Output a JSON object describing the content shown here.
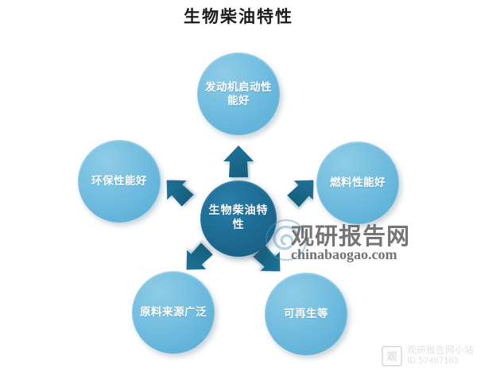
{
  "page": {
    "title": "生物柴油特性",
    "background_color": "#ffffff"
  },
  "diagram": {
    "type": "radial-hub-and-spoke",
    "hub": {
      "label": "生物柴油特性",
      "color": "#1d6a94",
      "text_color": "#ffffff"
    },
    "satellite_color": "#6ab9dd",
    "arrow_color": "#1d6a94",
    "nodes": [
      {
        "id": "engine-start",
        "label": "发动机启动性能好",
        "position": "top",
        "arrow": {
          "id": "arrow-up",
          "direction": "up",
          "name": "arrow-up-icon"
        }
      },
      {
        "id": "fuel-performance",
        "label": "燃料性能好",
        "position": "right",
        "arrow": {
          "id": "arrow-upright",
          "direction": "up-right",
          "name": "arrow-up-right-icon"
        }
      },
      {
        "id": "environmental",
        "label": "环保性能好",
        "position": "left",
        "arrow": {
          "id": "arrow-upleft",
          "direction": "up-left",
          "name": "arrow-up-left-icon"
        }
      },
      {
        "id": "feedstock-sources",
        "label": "原料来源广泛",
        "position": "bottom-left",
        "arrow": {
          "id": "arrow-downleft",
          "direction": "down-left",
          "name": "arrow-down-left-icon"
        }
      },
      {
        "id": "renewable",
        "label": "可再生等",
        "position": "bottom-right",
        "arrow": {
          "id": "arrow-downright",
          "direction": "down-right",
          "name": "arrow-down-right-icon"
        }
      }
    ]
  },
  "watermark": {
    "brand_cn": "观研报告网",
    "brand_en": "chinabaogao.com",
    "logo_icon": "spiral-logo-icon"
  },
  "footer_watermark": {
    "badge_glyph": "report-badge-icon",
    "line1": "观研报告网小站",
    "line2": "ID:57467163"
  }
}
